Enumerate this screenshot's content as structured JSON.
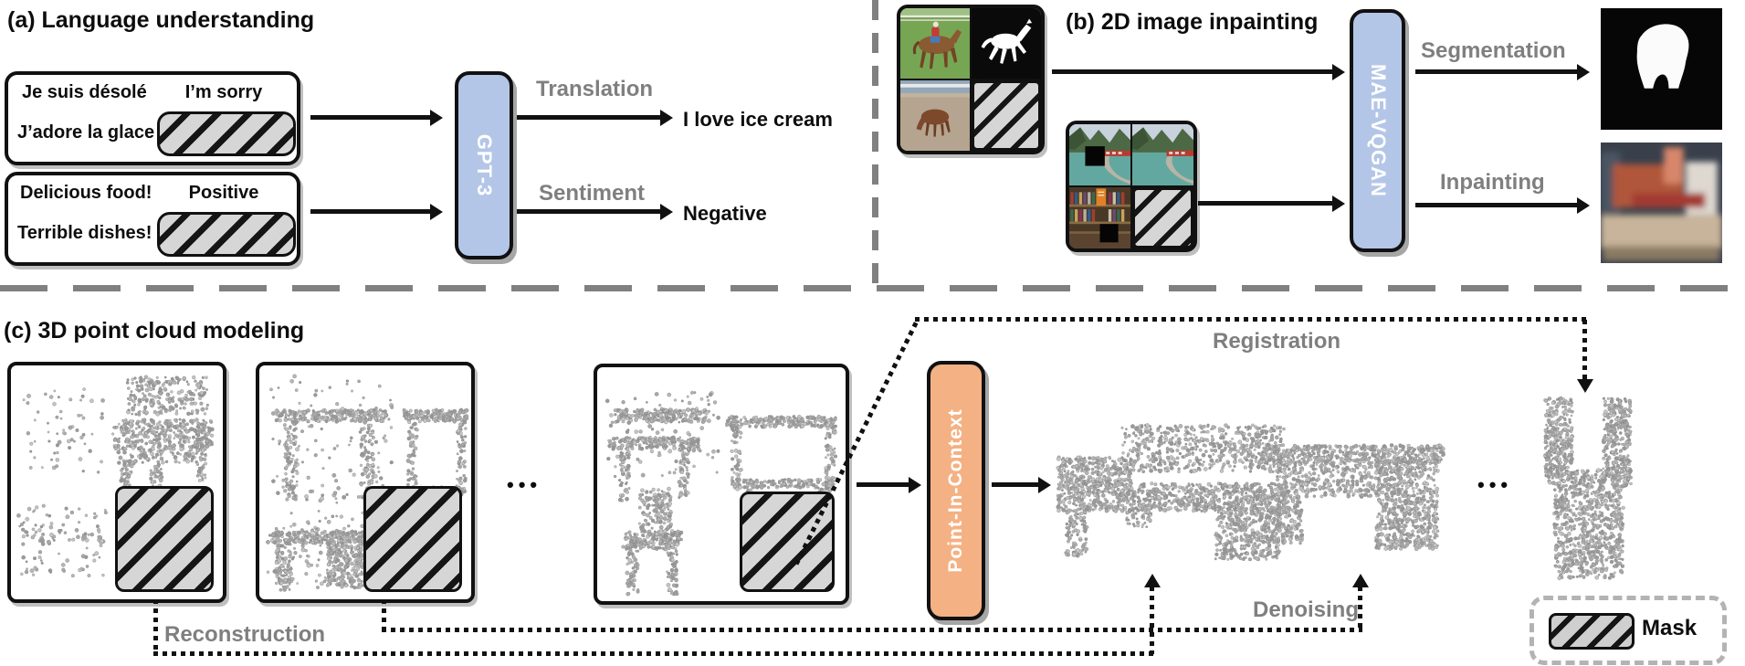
{
  "panel_a": {
    "title": "(a) Language understanding",
    "example1": {
      "line1": "Je suis désolé",
      "answer": "I’m sorry",
      "line2": "J’adore la glace"
    },
    "example2": {
      "line1": "Delicious food!",
      "answer": "Positive",
      "line2": "Terrible dishes!"
    },
    "model": "GPT-3",
    "tasks": [
      {
        "label": "Translation",
        "output": "I love ice cream"
      },
      {
        "label": "Sentiment",
        "output": "Negative"
      }
    ]
  },
  "panel_b": {
    "title": "(b) 2D image inpainting",
    "model": "MAE-VQGAN",
    "tasks": [
      {
        "label": "Segmentation"
      },
      {
        "label": "Inpainting"
      }
    ],
    "inputs": [
      "horse-rider-photo",
      "horse-segmentation-mask",
      "grazing-horse-photo",
      "hatched-mask",
      "lake-train-photo-masked",
      "lake-train-photo",
      "bookstore-photo-masked",
      "hatched-mask"
    ]
  },
  "panel_c": {
    "title": "(c) 3D point cloud modeling",
    "model": "Point-In-Context",
    "ellipsis": "•••",
    "tasks": {
      "registration": "Registration",
      "reconstruction": "Reconstruction",
      "denoising": "Denoising"
    },
    "inputs": [
      "noisy-scatter-and-chair-pair",
      "noisy-table-and-table-pair",
      "noisy-bench-and-bench-pair"
    ],
    "outputs": [
      "bench-point-cloud",
      "table-point-cloud",
      "cup-point-cloud"
    ]
  },
  "legend": {
    "mask_label": "Mask"
  },
  "colors": {
    "model_blue": "#b4c6e7",
    "model_orange": "#f4b183",
    "label_gray": "#7f7f7f",
    "divider_gray": "#808080",
    "mask_gray": "#d6d6d6",
    "ink": "#111111"
  }
}
